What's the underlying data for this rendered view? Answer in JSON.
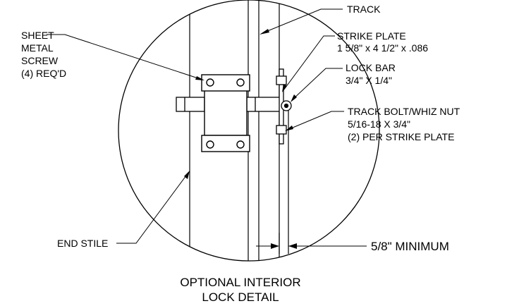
{
  "labels": {
    "track": "TRACK",
    "strike_plate_1": "STRIKE PLATE",
    "strike_plate_2": "1 5/8\" x 4 1/2\" x .086",
    "lock_bar_1": "LOCK BAR",
    "lock_bar_2": "3/4\" X 1/4\"",
    "track_bolt_1": "TRACK BOLT/WHIZ NUT",
    "track_bolt_2": "5/16-18 X 3/4\"",
    "track_bolt_3": "(2) PER STRIKE PLATE",
    "screw_1": "SHEET",
    "screw_2": "METAL",
    "screw_3": "SCREW",
    "screw_4": "(4) REQ'D",
    "end_stile": "END STILE",
    "minimum": "5/8\" MINIMUM"
  },
  "caption": {
    "line1": "OPTIONAL INTERIOR",
    "line2": "LOCK DETAIL"
  }
}
